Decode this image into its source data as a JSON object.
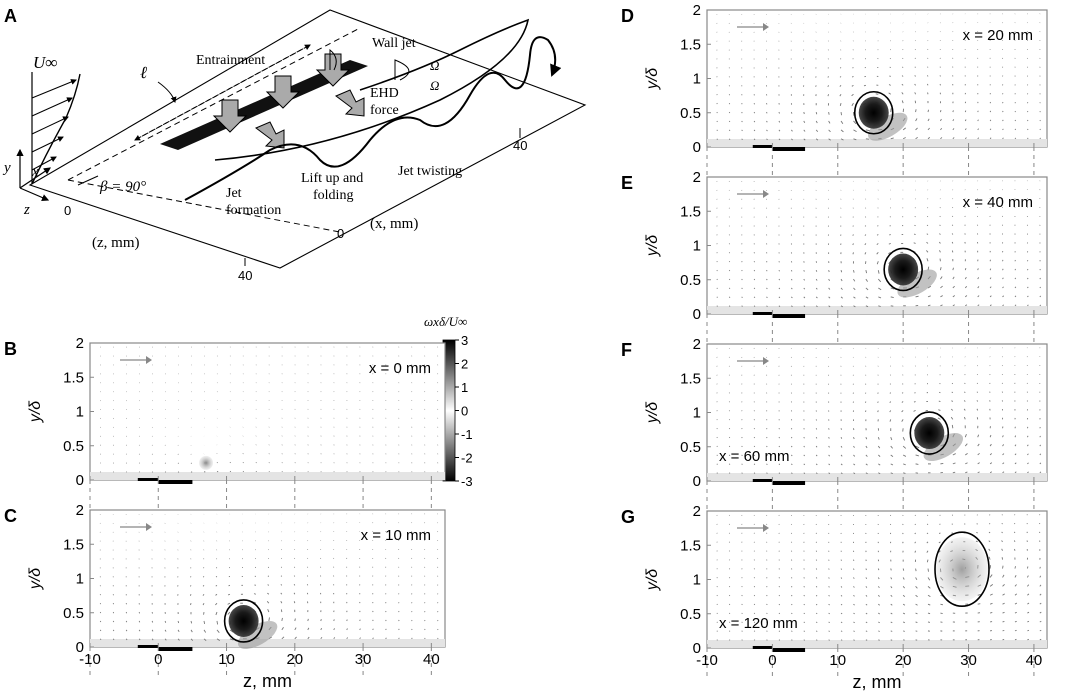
{
  "figure": {
    "panel_letters": [
      "A",
      "B",
      "C",
      "D",
      "E",
      "F",
      "G"
    ],
    "schematic": {
      "freestream_label": "U∞",
      "length_label": "ℓ",
      "angle_label": "β = 90°",
      "axis_y": "y",
      "axis_x": "x",
      "axis_z": "z",
      "labels": {
        "entrainment": "Entrainment",
        "wall_jet": "Wall jet",
        "omega1": "Ω",
        "omega2": "Ω",
        "ehd_force_1": "EHD",
        "ehd_force_2": "force",
        "lift_up_1": "Lift up and",
        "lift_up_2": "folding",
        "jet_formation_1": "Jet",
        "jet_formation_2": "formation",
        "jet_twisting": "Jet twisting"
      },
      "ticks": {
        "z_zero": "0",
        "z_axis": "(z, mm)",
        "x_zero": "0",
        "x_axis": "(x, mm)",
        "x_40": "40",
        "z_40": "40"
      }
    },
    "colorbar": {
      "title": "ωxδ/U∞",
      "ticks": [
        "3",
        "2",
        "1",
        "0",
        "-1",
        "-2",
        "-3"
      ]
    },
    "x_ticks": [
      "-10",
      "0",
      "10",
      "20",
      "30",
      "40"
    ],
    "y_ticks": [
      "0",
      "0.5",
      "1",
      "1.5",
      "2"
    ],
    "ylabel": "y/δ",
    "xlabel": "z, mm",
    "panels": {
      "B": {
        "label": "x = 0 mm"
      },
      "C": {
        "label": "x = 10 mm"
      },
      "D": {
        "label": "x = 20 mm"
      },
      "E": {
        "label": "x = 40 mm"
      },
      "F": {
        "label": "x = 60 mm"
      },
      "G": {
        "label": "x = 120 mm"
      }
    }
  },
  "chart_data": [
    {
      "panel": "B",
      "type": "heatmap",
      "x_station_mm": 0,
      "vortex_center": [
        7,
        0.25
      ],
      "peak_vorticity": -1.2,
      "xlim": [
        -10,
        42
      ],
      "ylim": [
        0,
        2
      ],
      "xlabel": "z, mm",
      "ylabel": "y/δ"
    },
    {
      "panel": "C",
      "type": "heatmap",
      "x_station_mm": 10,
      "vortex_center": [
        12.5,
        0.38
      ],
      "peak_vorticity": -3,
      "xlim": [
        -10,
        42
      ],
      "ylim": [
        0,
        2
      ],
      "xlabel": "z, mm",
      "ylabel": "y/δ"
    },
    {
      "panel": "D",
      "type": "heatmap",
      "x_station_mm": 20,
      "vortex_center": [
        15.5,
        0.5
      ],
      "peak_vorticity": -3,
      "xlim": [
        -10,
        42
      ],
      "ylim": [
        0,
        2
      ],
      "xlabel": "z, mm",
      "ylabel": "y/δ"
    },
    {
      "panel": "E",
      "type": "heatmap",
      "x_station_mm": 40,
      "vortex_center": [
        20,
        0.65
      ],
      "peak_vorticity": -3,
      "xlim": [
        -10,
        42
      ],
      "ylim": [
        0,
        2
      ],
      "xlabel": "z, mm",
      "ylabel": "y/δ"
    },
    {
      "panel": "F",
      "type": "heatmap",
      "x_station_mm": 60,
      "vortex_center": [
        24,
        0.7
      ],
      "peak_vorticity": -2.5,
      "xlim": [
        -10,
        42
      ],
      "ylim": [
        0,
        2
      ],
      "xlabel": "z, mm",
      "ylabel": "y/δ"
    },
    {
      "panel": "G",
      "type": "heatmap",
      "x_station_mm": 120,
      "vortex_center": [
        29,
        1.15
      ],
      "peak_vorticity": -1,
      "xlim": [
        -10,
        42
      ],
      "ylim": [
        0,
        2
      ],
      "xlabel": "z, mm",
      "ylabel": "y/δ"
    }
  ]
}
